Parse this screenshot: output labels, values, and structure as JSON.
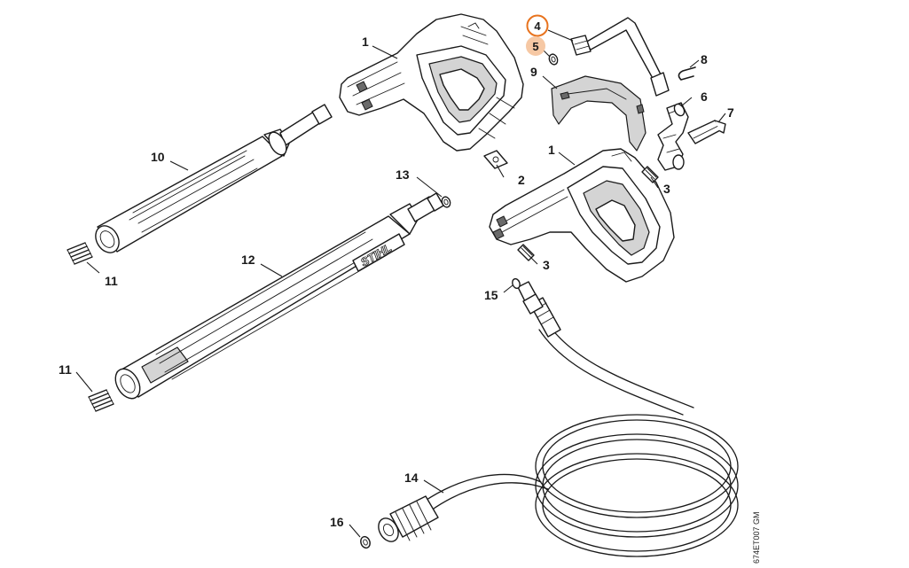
{
  "diagram": {
    "drawing_code": "674ET007 GM",
    "highlight_color": "#e8731e",
    "highlight_fill_light": "#f6c8a4",
    "callouts": [
      {
        "id": "c1a",
        "label": "1"
      },
      {
        "id": "c1b",
        "label": "1"
      },
      {
        "id": "c2",
        "label": "2"
      },
      {
        "id": "c3a",
        "label": "3"
      },
      {
        "id": "c3b",
        "label": "3"
      },
      {
        "id": "c4",
        "label": "4",
        "highlight": "ring"
      },
      {
        "id": "c5",
        "label": "5",
        "highlight": "filled"
      },
      {
        "id": "c6",
        "label": "6"
      },
      {
        "id": "c7",
        "label": "7"
      },
      {
        "id": "c8",
        "label": "8"
      },
      {
        "id": "c9",
        "label": "9"
      },
      {
        "id": "c10",
        "label": "10"
      },
      {
        "id": "c11a",
        "label": "11"
      },
      {
        "id": "c11b",
        "label": "11"
      },
      {
        "id": "c12",
        "label": "12"
      },
      {
        "id": "c13",
        "label": "13"
      },
      {
        "id": "c14",
        "label": "14"
      },
      {
        "id": "c15",
        "label": "15"
      },
      {
        "id": "c16",
        "label": "16"
      }
    ],
    "lance_logo_text": "STIHL"
  }
}
